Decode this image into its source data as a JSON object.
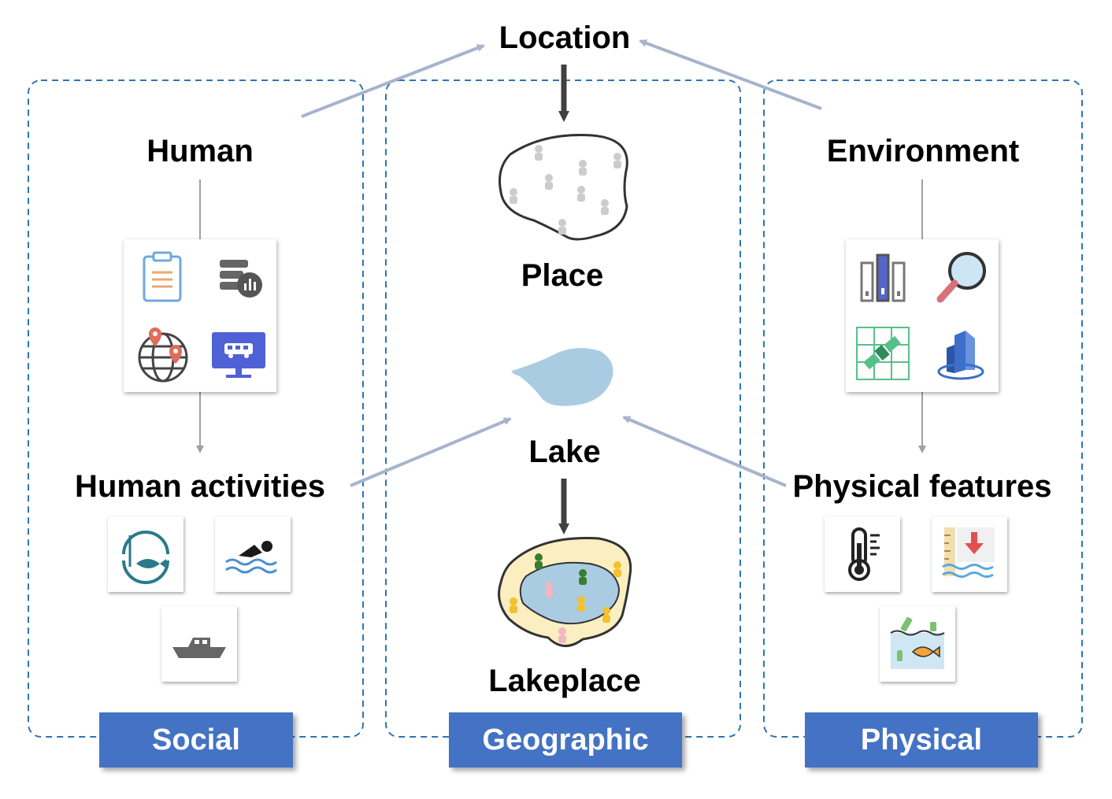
{
  "top": {
    "location": "Location"
  },
  "social": {
    "heading": "Human",
    "sub": "Human activities",
    "tag": "Social",
    "data_icons": [
      "clipboard-icon",
      "database-chart-icon",
      "globe-pin-icon",
      "bus-monitor-icon"
    ],
    "activity_icons": [
      "fishing-icon",
      "swimming-icon",
      "boat-icon"
    ]
  },
  "geographic": {
    "place": "Place",
    "lake": "Lake",
    "lakeplace": "Lakeplace",
    "tag": "Geographic"
  },
  "physical": {
    "heading": "Environment",
    "sub": "Physical features",
    "tag": "Physical",
    "data_icons": [
      "server-rack-icon",
      "magnifier-icon",
      "satellite-grid-icon",
      "3d-model-icon"
    ],
    "feature_icons": [
      "thermometer-icon",
      "water-level-icon",
      "water-pollution-icon"
    ]
  },
  "colors": {
    "tag_blue": "#4472c4",
    "dash_blue": "#2e75b6",
    "arrow_light": "#a6b4cc",
    "arrow_dark": "#404040",
    "lake_blue": "#a9cce3"
  }
}
